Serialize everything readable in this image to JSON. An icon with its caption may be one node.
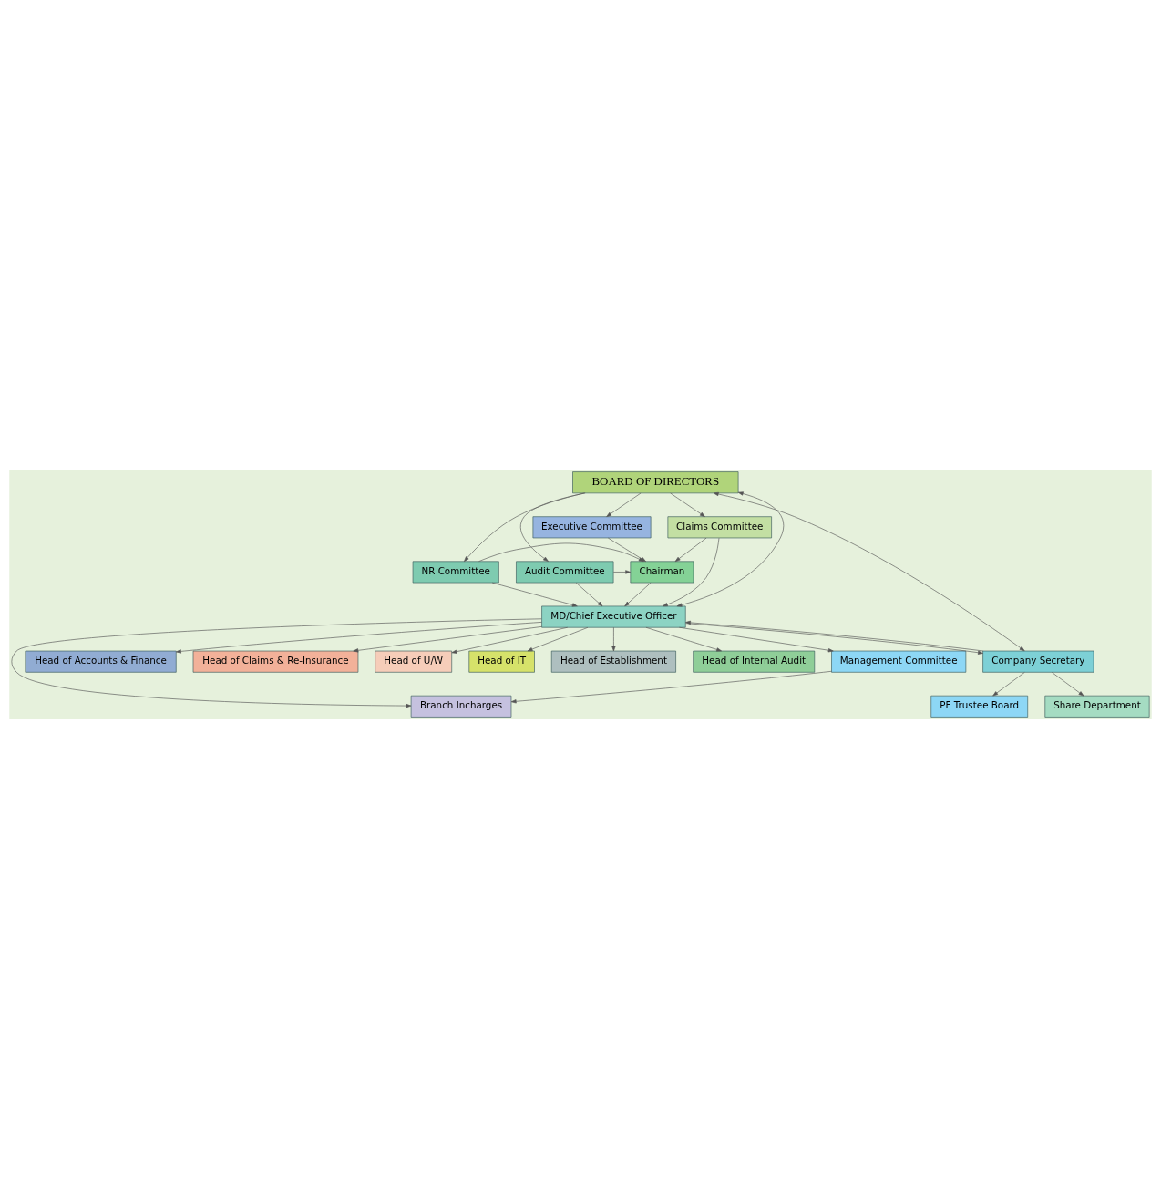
{
  "diagram": {
    "nodes": [
      {
        "text": [
          "BOARD OF DIRECTORS"
        ]
      },
      {
        "text": [
          "Executive Committee"
        ]
      },
      {
        "text": [
          "NR Committee"
        ]
      },
      {
        "text": [
          "Chairman"
        ]
      },
      {
        "text": [
          "Audit Committee"
        ]
      },
      {
        "text": [
          "Claims Committee"
        ]
      },
      {
        "text": [
          "MD/Chief Executive Officer"
        ]
      },
      {
        "text": [
          "Management Committee"
        ]
      },
      {
        "text": [
          "Company Secretary"
        ]
      },
      {
        "text": [
          "Share Department"
        ]
      },
      {
        "text": [
          "PF Trustee Board"
        ]
      },
      {
        "text": [
          "Branch Incharges"
        ]
      },
      {
        "text": [
          "Head of Accounts & Finance"
        ]
      },
      {
        "text": [
          "Head of Claims & Re-Insurance"
        ]
      },
      {
        "text": [
          "Head of U/W"
        ]
      },
      {
        "text": [
          "Head of IT"
        ]
      },
      {
        "text": [
          "Head of Establishment"
        ]
      },
      {
        "text": [
          "Head of Internal Audit"
        ]
      }
    ],
    "edges": [
      {
        "from": 0,
        "to": 1,
        "arrow": "to"
      },
      {
        "from": 0,
        "to": 2,
        "arrow": "to"
      },
      {
        "from": 0,
        "to": 5,
        "arrow": "to"
      },
      {
        "from": 0,
        "to": 4,
        "arrow": "to"
      },
      {
        "from": 1,
        "to": 3,
        "arrow": "to"
      },
      {
        "from": 2,
        "to": 3,
        "arrow": "to"
      },
      {
        "from": 4,
        "to": 3,
        "arrow": "to"
      },
      {
        "from": 5,
        "to": 3,
        "arrow": "to"
      },
      {
        "from": 3,
        "to": 6,
        "arrow": "to"
      },
      {
        "from": 2,
        "to": 6,
        "arrow": "to"
      },
      {
        "from": 5,
        "to": 6,
        "arrow": "to"
      },
      {
        "from": 4,
        "to": 6,
        "arrow": "to"
      },
      {
        "from": 0,
        "to": 8,
        "arrow": "both"
      },
      {
        "from": 0,
        "to": 6,
        "arrow": "both"
      },
      {
        "from": 6,
        "to": 8,
        "arrow": "to"
      },
      {
        "from": 6,
        "to": 7,
        "arrow": "to"
      },
      {
        "from": 8,
        "to": 6,
        "arrow": "to"
      },
      {
        "from": 8,
        "to": 9,
        "arrow": "to"
      },
      {
        "from": 8,
        "to": 10,
        "arrow": "to"
      },
      {
        "from": 7,
        "to": 11,
        "arrow": "to"
      },
      {
        "from": 6,
        "to": 11,
        "arrow": "to"
      },
      {
        "from": 6,
        "to": 12,
        "arrow": "to"
      },
      {
        "from": 6,
        "to": 13,
        "arrow": "to"
      },
      {
        "from": 6,
        "to": 14,
        "arrow": "to"
      },
      {
        "from": 6,
        "to": 15,
        "arrow": "to"
      },
      {
        "from": 6,
        "to": 16,
        "arrow": "to"
      },
      {
        "from": 6,
        "to": 17,
        "arrow": "to"
      }
    ]
  }
}
